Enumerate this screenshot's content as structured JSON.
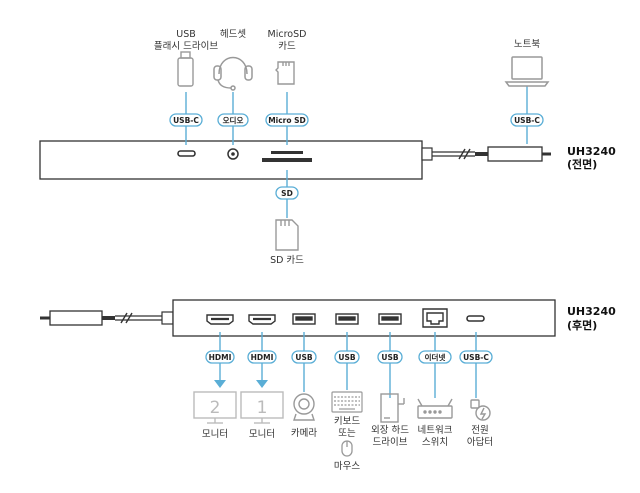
{
  "front": {
    "model": "UH3240",
    "side": "(전면)",
    "devices": {
      "usb_flash": [
        "USB",
        "플래시 드라이브"
      ],
      "headset": "헤드셋",
      "microsd_card": [
        "MicroSD",
        "카드"
      ],
      "laptop": "노트북",
      "sd_card": "SD 카드"
    },
    "ports": {
      "usbc": "USB-C",
      "audio": "오디오",
      "microsd": "Micro SD",
      "laptop_link": "USB-C",
      "sd": "SD"
    }
  },
  "rear": {
    "model": "UH3240",
    "side": "(후면)",
    "ports": {
      "hdmi1": "HDMI",
      "hdmi2": "HDMI",
      "usb1": "USB",
      "usb2": "USB",
      "usb3": "USB",
      "ethernet": "이더넷",
      "usbc": "USB-C"
    },
    "devices": {
      "monitor2_num": "2",
      "monitor1_num": "1",
      "monitor2": "모니터",
      "monitor1": "모니터",
      "camera": "카메라",
      "keyboard": "키보드",
      "or": "또는",
      "mouse": "마우스",
      "ext_drive": [
        "외장 하드",
        "드라이브"
      ],
      "network_switch": [
        "네트워크",
        "스위치"
      ],
      "power_adapter": [
        "전원",
        "아답터"
      ]
    }
  },
  "colors": {
    "accent": "#5aaed6",
    "device_gray": "#999999",
    "hub_stroke": "#333333",
    "monitor_gray": "#bbbbbb"
  }
}
